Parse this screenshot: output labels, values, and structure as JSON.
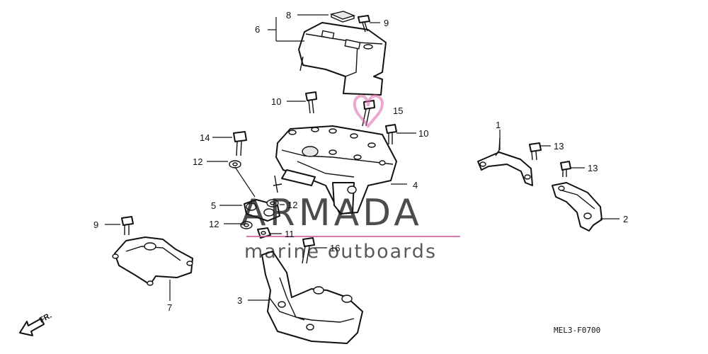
{
  "callouts": {
    "c1": "1",
    "c2": "2",
    "c3": "3",
    "c4": "4",
    "c5": "5",
    "c6": "6",
    "c7": "7",
    "c8": "8",
    "c9a": "9",
    "c9b": "9",
    "c10a": "10",
    "c10b": "10",
    "c11": "11",
    "c12a": "12",
    "c12b": "12",
    "c12c": "12",
    "c13a": "13",
    "c13b": "13",
    "c14": "14",
    "c15": "15",
    "c16": "16"
  },
  "watermark": {
    "brand": "ARMADA",
    "tagline": "marine outboards"
  },
  "direction_label": "FR.",
  "diagram_code": "MEL3-F0700",
  "colors": {
    "ink": "#111111",
    "watermark_accent": "#d05a9a"
  }
}
